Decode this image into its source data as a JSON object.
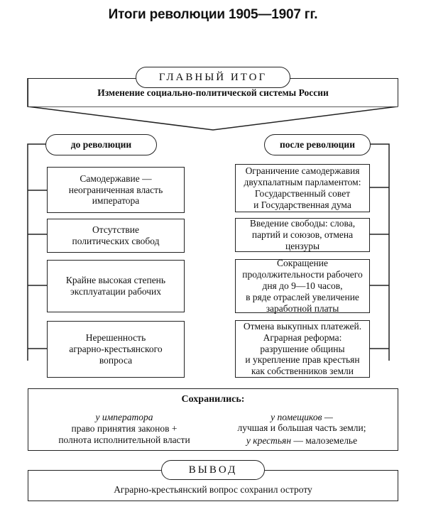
{
  "title": "Итоги революции 1905—1907 гг.",
  "main_result": {
    "label": "ГЛАВНЫЙ ИТОГ",
    "text": "Изменение социально-политической системы России"
  },
  "before": {
    "label": "до революции",
    "items": [
      "Самодержавие —\nнеограниченная власть\nимператора",
      "Отсутствие\nполитических свобод",
      "Крайне высокая степень\nэксплуатации рабочих",
      "Нерешенность\nаграрно-крестьянского\nвопроса"
    ]
  },
  "after": {
    "label": "после революции",
    "items": [
      "Ограничение самодержавия\nдвухпалатным парламентом:\nГосударственный совет\nи Государственная дума",
      "Введение свободы: слова,\nпартий и союзов, отмена\nцензуры",
      "Сокращение\nпродолжительности рабочего\nдня до 9—10 часов,\nв ряде отраслей увеличение\nзаработной платы",
      "Отмена выкупных платежей.\nАграрная реформа:\nразрушение общины\nи укрепление прав крестьян\nкак собственников земли"
    ]
  },
  "preserved": {
    "heading": "Сохранились:",
    "emperor_label": "у императора",
    "emperor_text": "право принятия законов +\nполнота исполнительной власти",
    "landlords_label": "у помещиков —",
    "landlords_text": "лучшая и большая часть земли;",
    "peasants_label": "у крестьян",
    "peasants_text": " — малоземелье"
  },
  "conclusion": {
    "label": "ВЫВОД",
    "text": "Аграрно-крестьянский вопрос сохранил остроту"
  }
}
